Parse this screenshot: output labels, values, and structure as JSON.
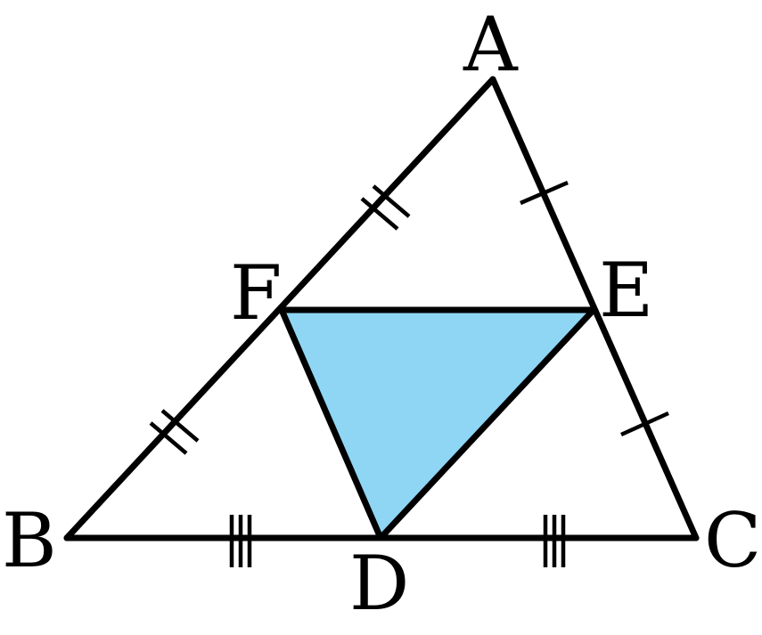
{
  "vertices": {
    "A": {
      "label": "A"
    },
    "B": {
      "label": "B"
    },
    "C": {
      "label": "C"
    },
    "D": {
      "label": "D"
    },
    "E": {
      "label": "E"
    },
    "F": {
      "label": "F"
    }
  },
  "colors": {
    "stroke": "#000000",
    "shaded_triangle_fill": "#8fd6f5",
    "background": "#ffffff"
  },
  "equal_segment_marks": {
    "AF": 2,
    "FB": 2,
    "AE": 1,
    "EC": 1,
    "BD": 3,
    "DC": 3
  }
}
